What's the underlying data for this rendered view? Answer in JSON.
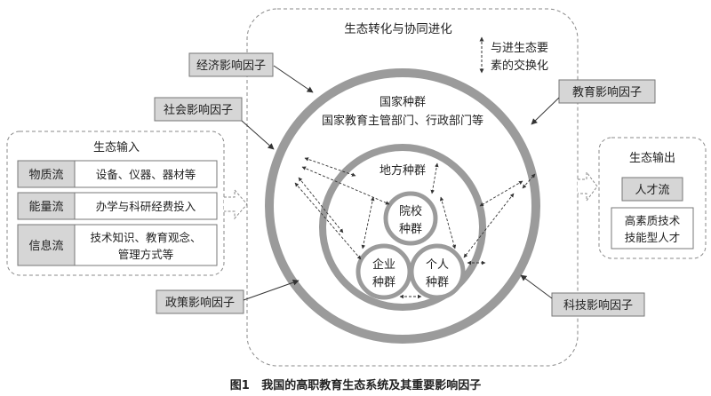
{
  "caption": "图1   我国的高职教育生态系统及其重要影响因子",
  "transform_title": "生态转化与协同进化",
  "exchange_note": [
    "与进生态要",
    "素的交换化"
  ],
  "input": {
    "title": "生态输入",
    "rows": [
      {
        "label": "物质流",
        "content": [
          "设备、仪器、器材等"
        ]
      },
      {
        "label": "能量流",
        "content": [
          "办学与科研经费投入"
        ]
      },
      {
        "label": "信息流",
        "content": [
          "技术知识、教育观念、",
          "管理方式等"
        ]
      }
    ]
  },
  "output": {
    "title": "生态输出",
    "talent": "人才流",
    "talent_desc": [
      "高素质技术",
      "技能型人才"
    ]
  },
  "factors": {
    "economic": "经济影响因子",
    "social": "社会影响因子",
    "education": "教育影响因子",
    "policy": "政策影响因子",
    "technology": "科技影响因子"
  },
  "populations": {
    "national_title": "国家种群",
    "national_desc": "国家教育主管部门、行政部门等",
    "local_title": "地方种群",
    "college": [
      "院校",
      "种群"
    ],
    "enterprise": [
      "企业",
      "种群"
    ],
    "individual": [
      "个人",
      "种群"
    ]
  },
  "colors": {
    "ring": "#9b9b9b",
    "box_fill": "#d6d6d6",
    "box_stroke": "#777777",
    "dash": "#8a8a8a",
    "text": "#222222"
  }
}
